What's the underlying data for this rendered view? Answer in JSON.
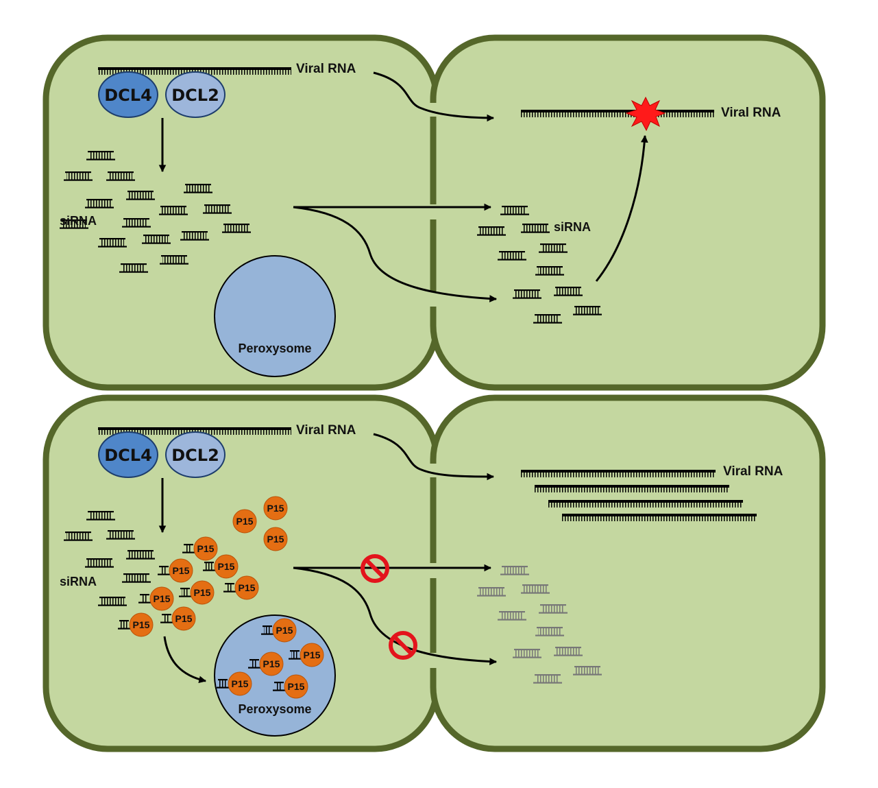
{
  "labels": {
    "viral_rna": "Viral RNA",
    "dcl4": "DCL4",
    "dcl2": "DCL2",
    "sirna": "siRNA",
    "peroxysome": "Peroxysome",
    "p15": "P15"
  },
  "colors": {
    "cell_fill": "#c4d7a0",
    "cell_wall": "#55672a",
    "dcl4": "#4f86c9",
    "dcl2": "#9db6db",
    "peroxysome": "#96b4d8",
    "p15": "#e46e13",
    "block_sign": "#e3141c",
    "cleavage_burst": "#ff1a1a",
    "grey_sirna": "#777777"
  },
  "icons": {
    "blocked": "no-entry-icon",
    "cleavage": "burst-icon"
  }
}
